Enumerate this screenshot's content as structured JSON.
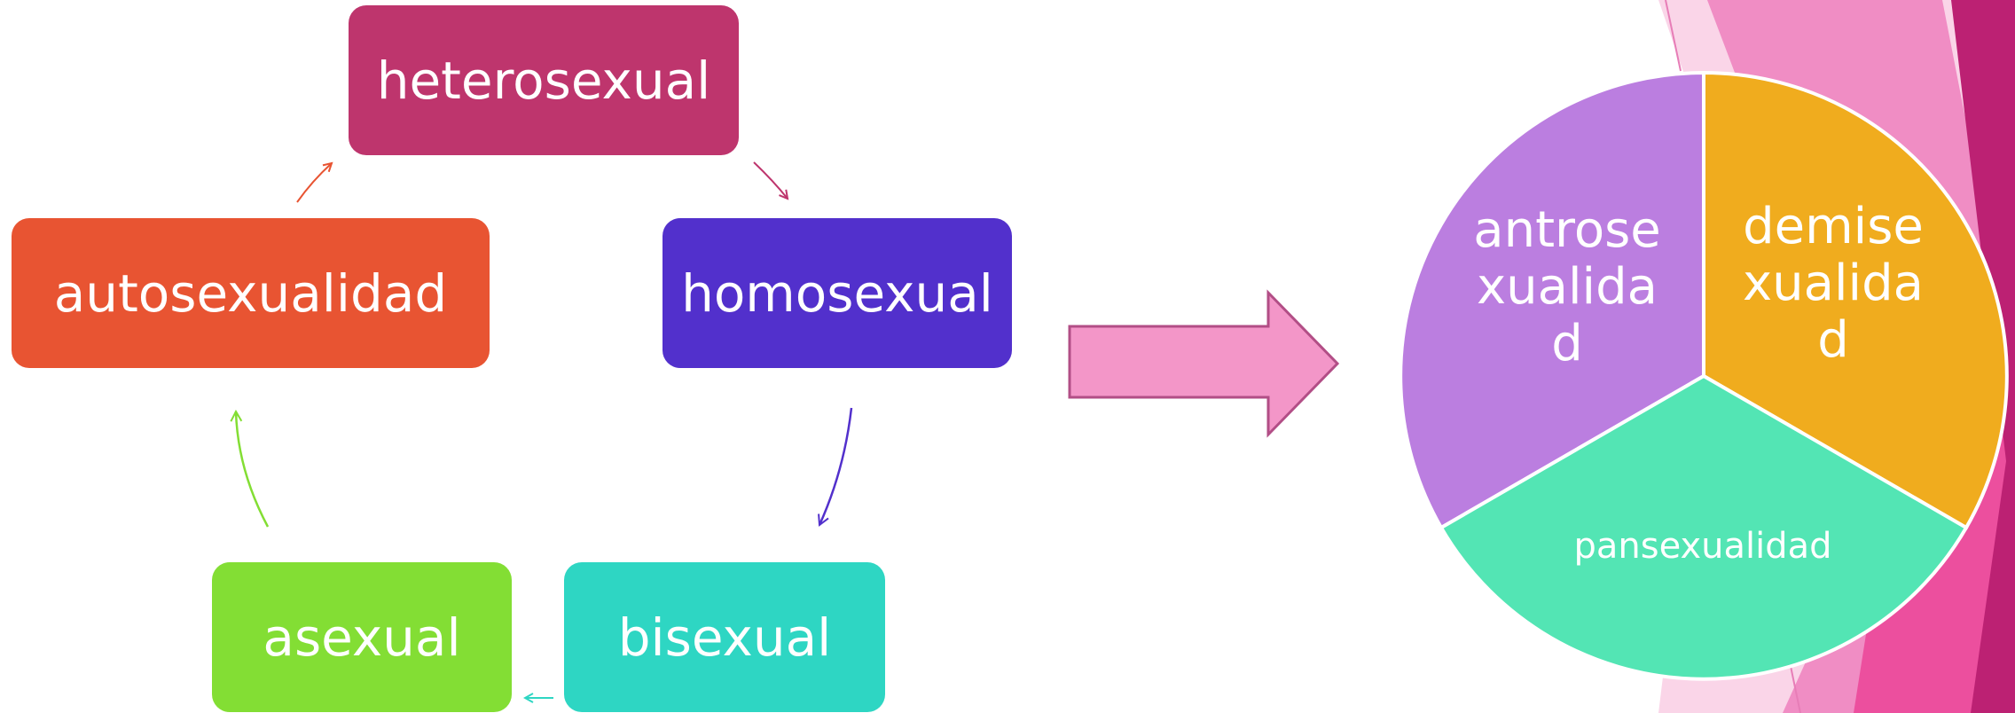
{
  "diagram": {
    "nodes": [
      {
        "id": "heterosexual",
        "label": "heterosexual",
        "color": "#BE356D"
      },
      {
        "id": "homosexual",
        "label": "homosexual",
        "color": "#5230CC"
      },
      {
        "id": "bisexual",
        "label": "bisexual",
        "color": "#2ED6C3"
      },
      {
        "id": "asexual",
        "label": "asexual",
        "color": "#83DE34"
      },
      {
        "id": "autosexualidad",
        "label": "autosexualidad",
        "color": "#E85432"
      }
    ],
    "cycle_order": [
      "heterosexual",
      "homosexual",
      "bisexual",
      "asexual",
      "autosexualidad"
    ]
  },
  "big_arrow": {
    "fill": "#F396C8",
    "stroke": "#B24E86"
  },
  "pie": {
    "slices": [
      {
        "label": "antrose\nxualida\nd",
        "color": "#BB7EE0"
      },
      {
        "label": "demise\nxualida\nd",
        "color": "#F0AC1E"
      },
      {
        "label": "pansexualidad",
        "color": "#53E5B4"
      }
    ]
  },
  "theme_colors": {
    "pink_light": "#F7B6D8",
    "pink_mid": "#EF79BA",
    "magenta": "#BC2173"
  }
}
